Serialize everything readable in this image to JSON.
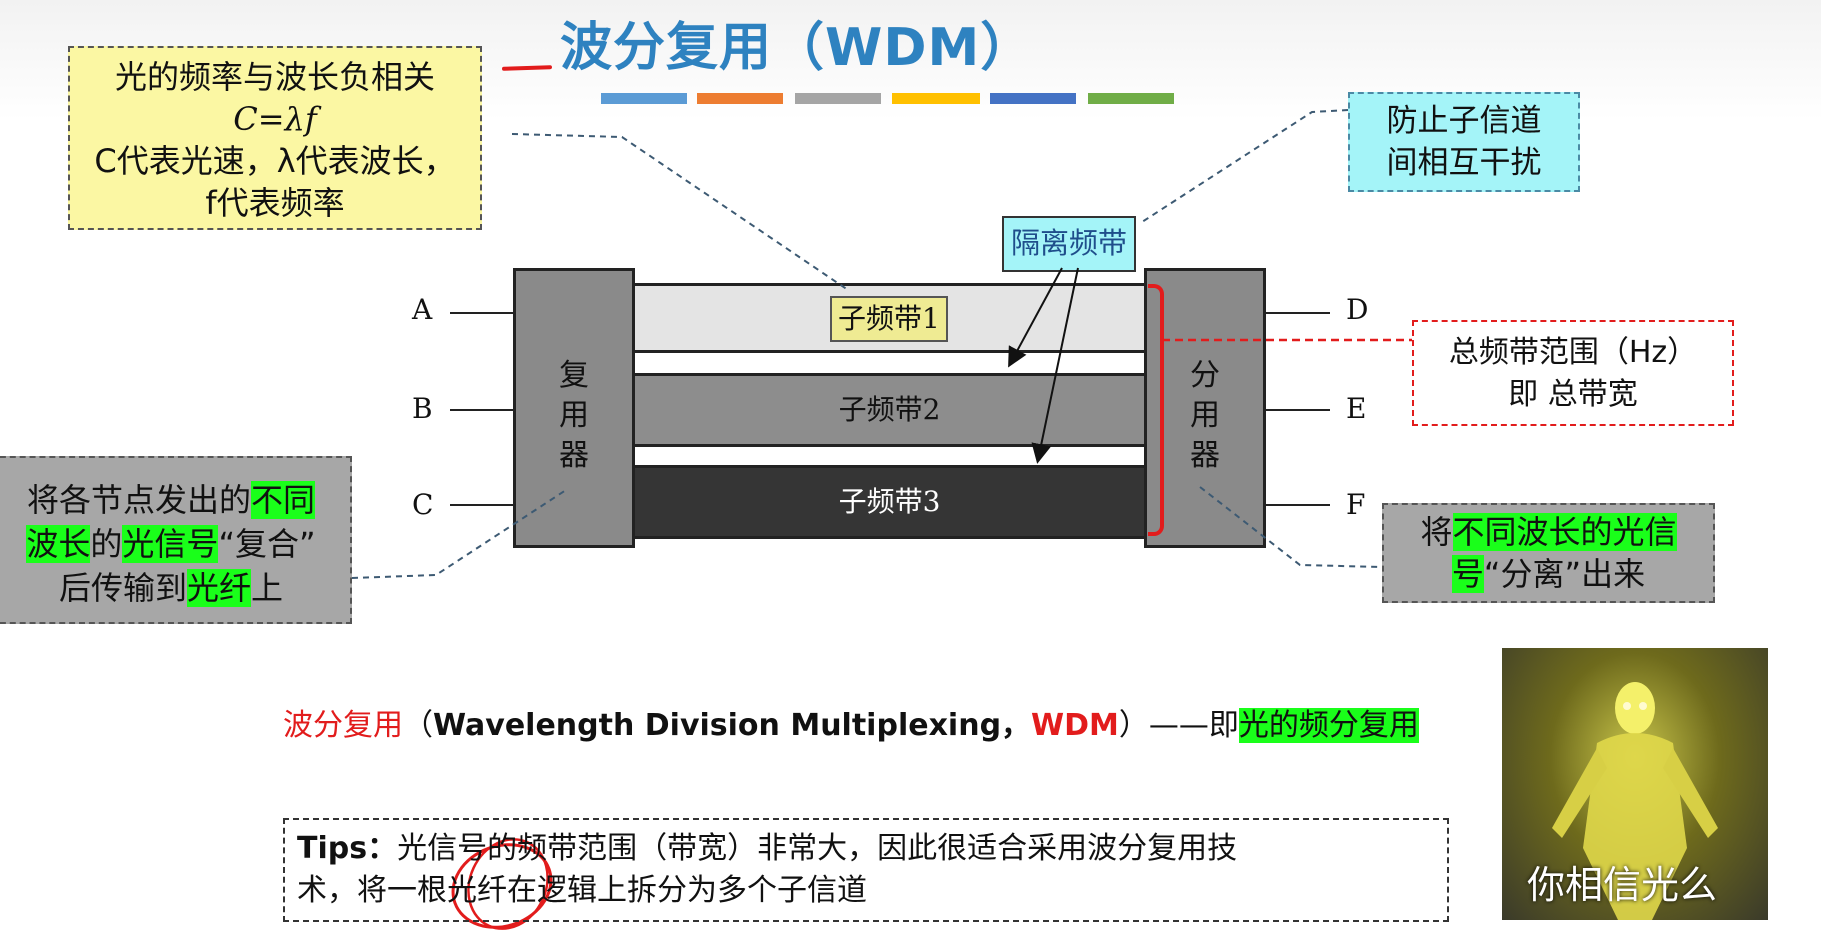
{
  "header": {
    "title": "波分复用（WDM）",
    "color_bars": [
      "#5b9bd5",
      "#ed7d31",
      "#a5a5a5",
      "#ffc000",
      "#4472c4",
      "#70ad47"
    ]
  },
  "notes": {
    "yellow": {
      "line1": "光的频率与波长负相关",
      "line2": "C=λf",
      "line3": "C代表光速，λ代表波长，",
      "line4": "f代表频率"
    },
    "cyan": {
      "line1": "防止子信道",
      "line2": "间相互干扰"
    },
    "total_band": {
      "line1": "总频带范围（Hz）",
      "line2": "即 总带宽"
    },
    "left_gray": {
      "p1": "将各节点发出的",
      "h1": "不同",
      "h2": "波长",
      "p2": "的",
      "h3": "光信号",
      "p3": "“复合”",
      "p4": "后传输到",
      "h4": "光纤",
      "p5": "上"
    },
    "right_gray": {
      "p1": "将",
      "h1": "不同波长的光信",
      "h2": "号",
      "p2": "“分离”出来"
    }
  },
  "diagram": {
    "mux_label": "复用器",
    "demux_label": "分用器",
    "isolation_band": "隔离频带",
    "bands": [
      "子频带1",
      "子频带2",
      "子频带3"
    ],
    "inputs": [
      "A",
      "B",
      "C"
    ],
    "outputs": [
      "D",
      "E",
      "F"
    ]
  },
  "definition": {
    "p1": "波分复用",
    "p2": "（",
    "p3": "Wavelength Division Multiplexing，",
    "p4": "WDM",
    "p5": "）——即",
    "highlight": "光的频分复用"
  },
  "tips": {
    "label": "Tips：",
    "line1": "光信号的频带范围（带宽）非常大，因此很适合采用波分复用技",
    "line2": "术，将一根光纤在逻辑上拆分为多个子信道"
  },
  "video": {
    "caption": "你相信光么"
  }
}
